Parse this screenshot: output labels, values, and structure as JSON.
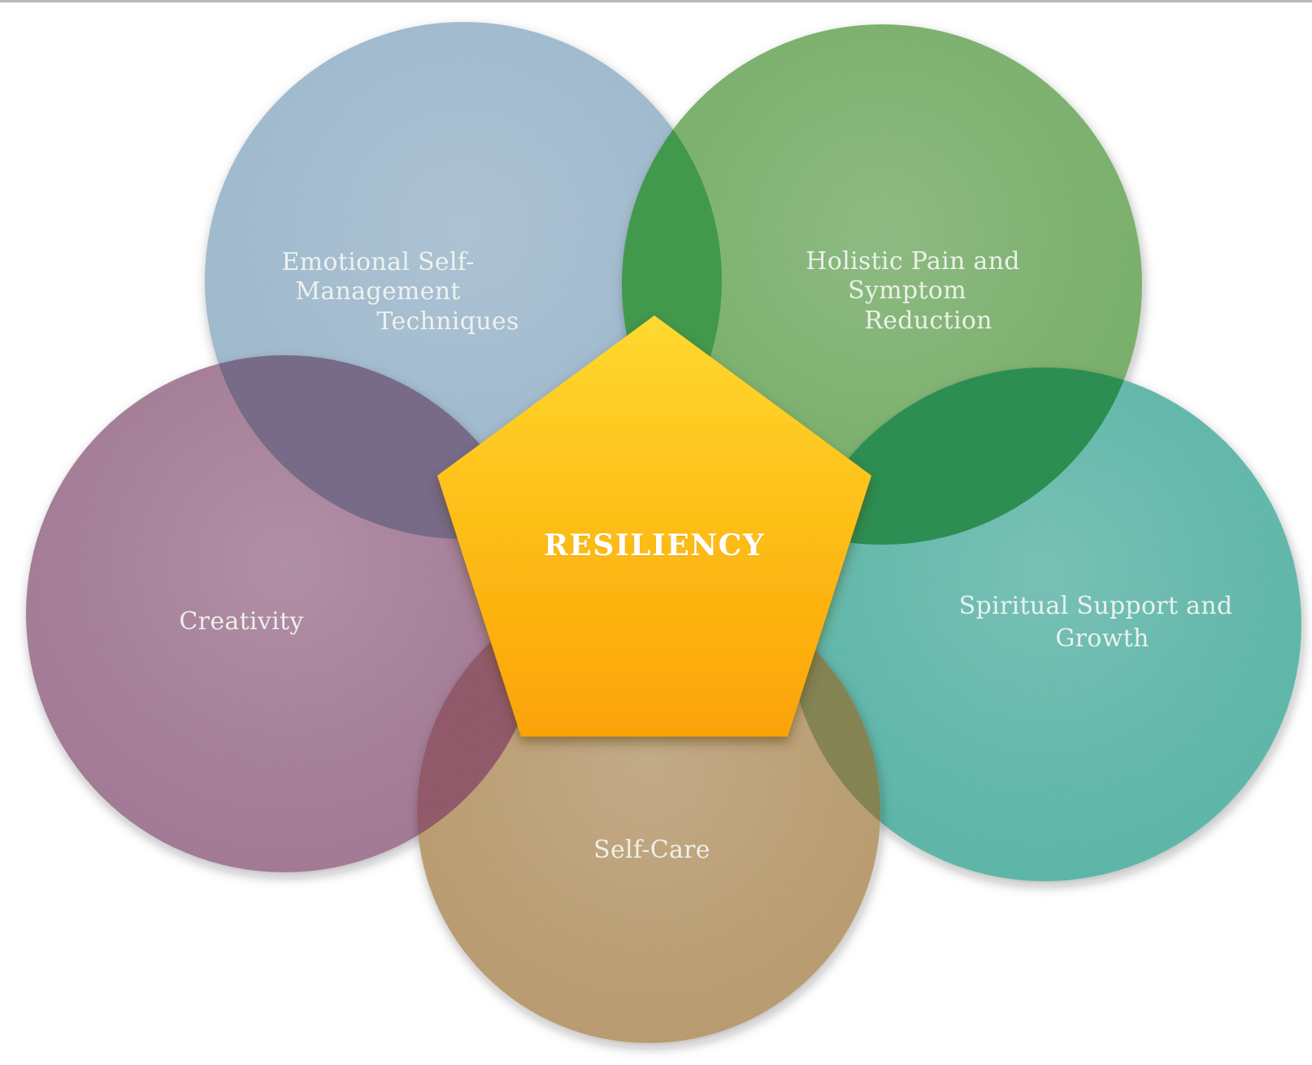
{
  "page": {
    "background": "#ffffff",
    "top_border_color": "#b9bab9"
  },
  "pentagon": {
    "label": "RESILIENCY",
    "text_color": "#ffffff",
    "gradient_top": "#ffd930",
    "gradient_mid": "#fdbb15",
    "gradient_bottom": "#fba306"
  },
  "circles": [
    {
      "id": "emotional",
      "lines": [
        "Emotional Self-",
        "Management",
        "Techniques"
      ],
      "fill": "#a5c2d8"
    },
    {
      "id": "holistic",
      "lines": [
        "Holistic Pain and",
        "Symptom",
        "Reduction"
      ],
      "fill": "#7cb76c"
    },
    {
      "id": "creativity",
      "lines": [
        "Creativity"
      ],
      "fill": "#aa7e9b"
    },
    {
      "id": "spiritual",
      "lines": [
        "Spiritual Support and",
        "Growth"
      ],
      "fill": "#5fbfb0"
    },
    {
      "id": "selfcare",
      "lines": [
        "Self-Care"
      ],
      "fill": "#c2a273"
    }
  ],
  "overlaps": {
    "emotional_holistic": "#45a251",
    "holistic_spiritual": "#2f9657",
    "spiritual_selfcare": "#8c8b58",
    "creativity_selfcare": "#9a5f70",
    "emotional_creativity": "#7e7190"
  },
  "label_color": "#f0f3ef"
}
